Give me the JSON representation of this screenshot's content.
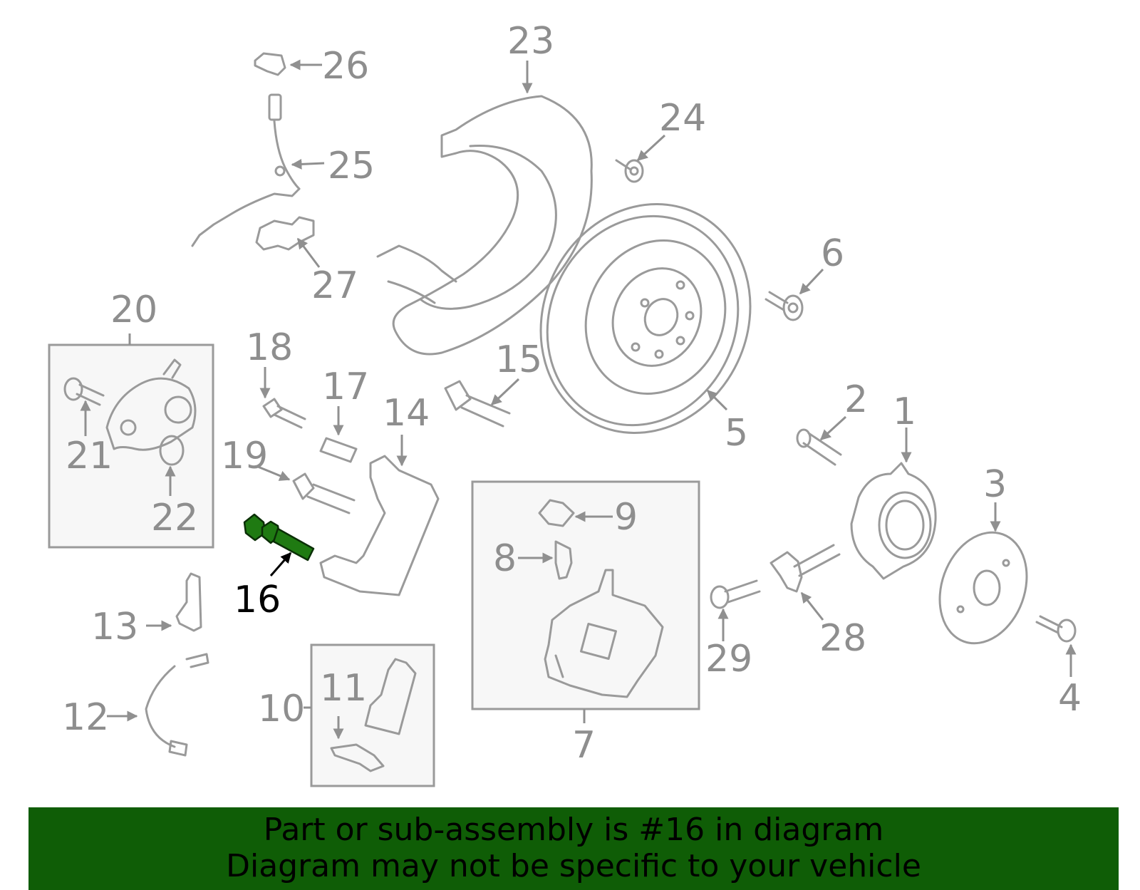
{
  "diagram": {
    "highlighted_part": "16",
    "highlight_color": "#1f7a12",
    "line_color": "#9a9a9a",
    "callouts": [
      {
        "id": "c1",
        "label": "1"
      },
      {
        "id": "c2",
        "label": "2"
      },
      {
        "id": "c3",
        "label": "3"
      },
      {
        "id": "c4",
        "label": "4"
      },
      {
        "id": "c5",
        "label": "5"
      },
      {
        "id": "c6",
        "label": "6"
      },
      {
        "id": "c7",
        "label": "7"
      },
      {
        "id": "c8",
        "label": "8"
      },
      {
        "id": "c9",
        "label": "9"
      },
      {
        "id": "c10",
        "label": "10"
      },
      {
        "id": "c11",
        "label": "11"
      },
      {
        "id": "c12",
        "label": "12"
      },
      {
        "id": "c13",
        "label": "13"
      },
      {
        "id": "c14",
        "label": "14"
      },
      {
        "id": "c15",
        "label": "15"
      },
      {
        "id": "c16",
        "label": "16"
      },
      {
        "id": "c17",
        "label": "17"
      },
      {
        "id": "c18",
        "label": "18"
      },
      {
        "id": "c19",
        "label": "19"
      },
      {
        "id": "c20",
        "label": "20"
      },
      {
        "id": "c21",
        "label": "21"
      },
      {
        "id": "c22",
        "label": "22"
      },
      {
        "id": "c23",
        "label": "23"
      },
      {
        "id": "c24",
        "label": "24"
      },
      {
        "id": "c25",
        "label": "25"
      },
      {
        "id": "c26",
        "label": "26"
      },
      {
        "id": "c27",
        "label": "27"
      },
      {
        "id": "c28",
        "label": "28"
      },
      {
        "id": "c29",
        "label": "29"
      }
    ]
  },
  "banner": {
    "background": "#0f5d06",
    "line1": "Part or sub-assembly is #16 in diagram",
    "line2": "Diagram may not be specific to your vehicle"
  }
}
